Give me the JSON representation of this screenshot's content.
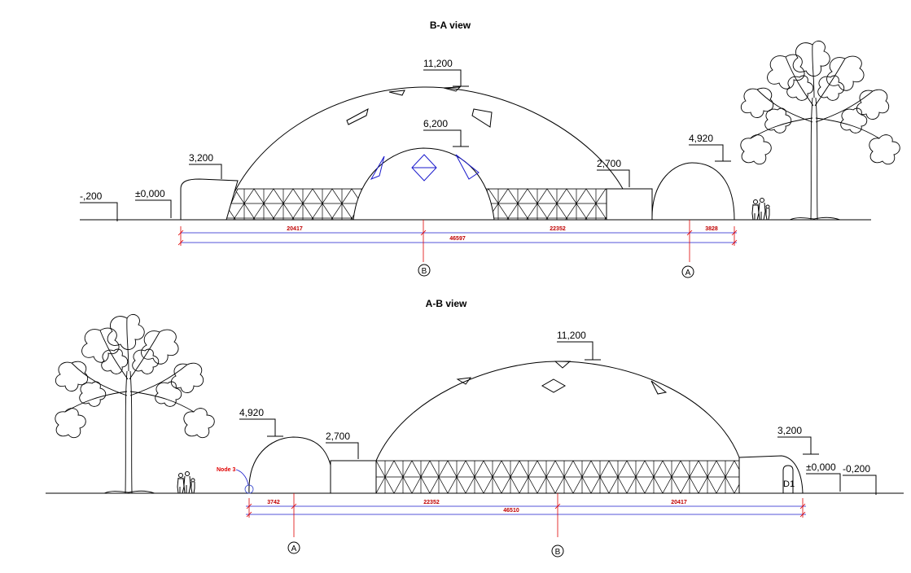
{
  "views": [
    {
      "title": "B-A view",
      "levels": [
        "11,200",
        "6,200",
        "4,920",
        "3,200",
        "2,700",
        "±0,000",
        "-,200"
      ],
      "dimensions": [
        "20417",
        "22352",
        "3828",
        "46597"
      ],
      "axes": [
        "B",
        "A"
      ]
    },
    {
      "title": "A-B view",
      "levels": [
        "11,200",
        "4,920",
        "2,700",
        "3,200",
        "±0,000",
        "-0,200"
      ],
      "dimensions": [
        "3742",
        "22352",
        "20417",
        "46510"
      ],
      "axes": [
        "A",
        "B"
      ],
      "node_label": "Node 3",
      "door_label": "D1"
    }
  ]
}
